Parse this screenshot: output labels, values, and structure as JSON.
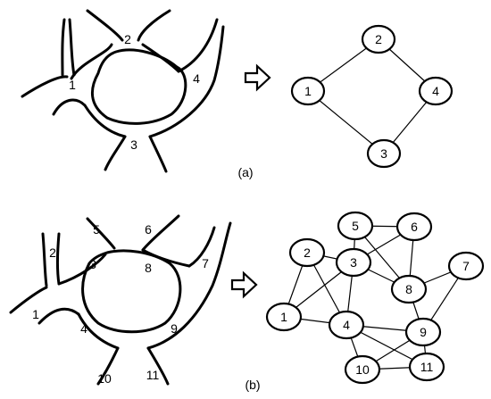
{
  "panels": [
    {
      "caption": "(a)",
      "road_labels": [
        "1",
        "2",
        "3",
        "4"
      ],
      "graph": {
        "nodes": [
          "1",
          "2",
          "3",
          "4"
        ],
        "edges": [
          [
            "1",
            "2"
          ],
          [
            "2",
            "4"
          ],
          [
            "1",
            "3"
          ],
          [
            "3",
            "4"
          ]
        ]
      }
    },
    {
      "caption": "(b)",
      "road_labels": [
        "1",
        "2",
        "3",
        "4",
        "5",
        "6",
        "7",
        "8",
        "9",
        "10",
        "11"
      ],
      "graph": {
        "nodes": [
          "1",
          "2",
          "3",
          "4",
          "5",
          "6",
          "7",
          "8",
          "9",
          "10",
          "11"
        ],
        "edges": [
          [
            "5",
            "6"
          ],
          [
            "5",
            "3"
          ],
          [
            "5",
            "8"
          ],
          [
            "6",
            "3"
          ],
          [
            "6",
            "8"
          ],
          [
            "2",
            "3"
          ],
          [
            "2",
            "4"
          ],
          [
            "2",
            "1"
          ],
          [
            "3",
            "1"
          ],
          [
            "3",
            "8"
          ],
          [
            "3",
            "4"
          ],
          [
            "8",
            "7"
          ],
          [
            "8",
            "9"
          ],
          [
            "7",
            "9"
          ],
          [
            "1",
            "4"
          ],
          [
            "4",
            "9"
          ],
          [
            "4",
            "10"
          ],
          [
            "4",
            "11"
          ],
          [
            "9",
            "10"
          ],
          [
            "9",
            "11"
          ],
          [
            "10",
            "11"
          ]
        ]
      }
    }
  ]
}
